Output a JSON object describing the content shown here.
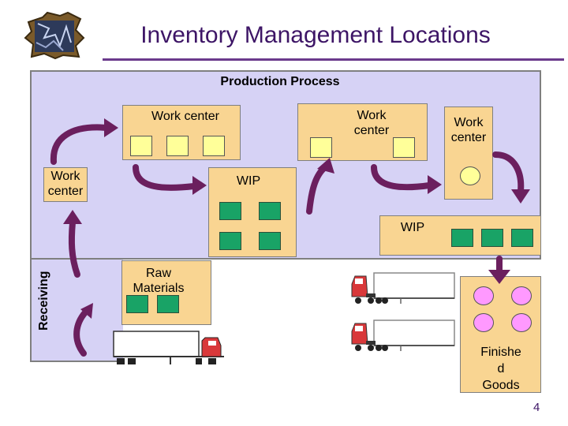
{
  "slide": {
    "title": "Inventory Management Locations",
    "page_number": "4"
  },
  "process": {
    "label": "Production Process",
    "work_center_label": "Work center",
    "wip_label": "WIP"
  },
  "receiving": {
    "label": "Receiving"
  },
  "raw_materials": {
    "label": "Raw Materials"
  },
  "finished_goods": {
    "label": "Finished Goods",
    "label_lines": [
      "Finishe",
      "d",
      "Goods"
    ]
  },
  "colors": {
    "title": "#3d1566",
    "process_bg": "#d6d2f5",
    "box_bg": "#f9d592",
    "arrow": "#6b1f5e",
    "wip_item": "#19a366",
    "work_item": "#ffff99",
    "finished_item": "#ff99ff"
  }
}
